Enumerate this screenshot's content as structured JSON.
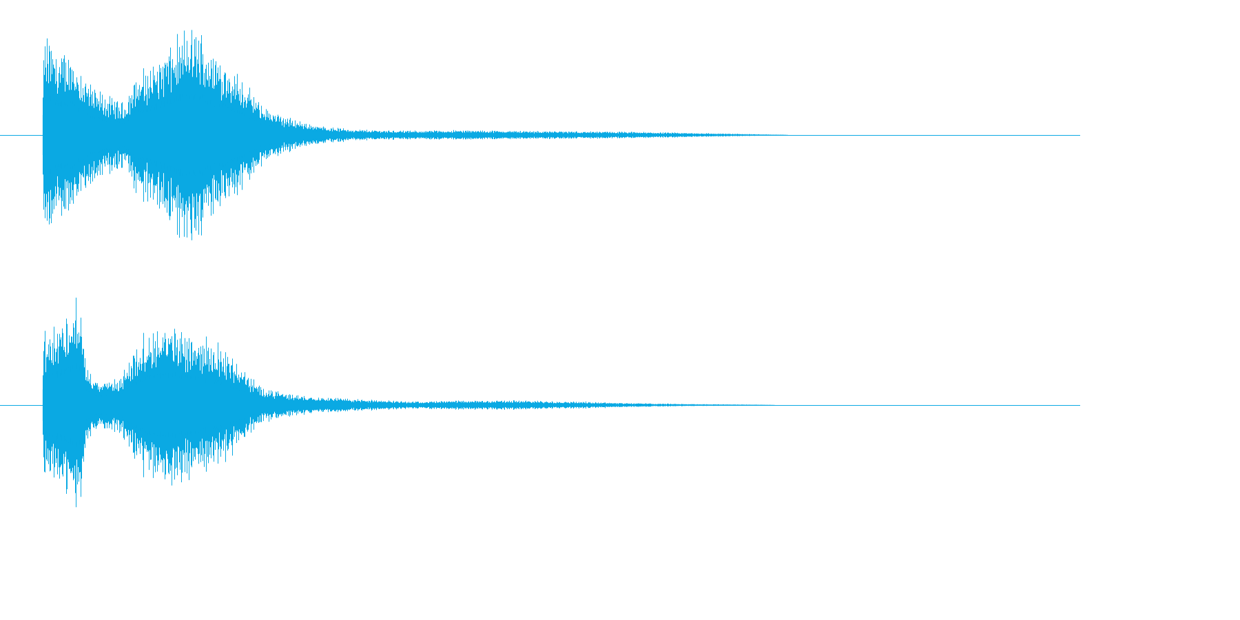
{
  "waveform": {
    "color": "#0aa9e3",
    "background": "#ffffff",
    "channels": [
      {
        "name": "",
        "envelope": [
          [
            0.0,
            0.0
          ],
          [
            0.039,
            0.0
          ],
          [
            0.04,
            0.85
          ],
          [
            0.045,
            0.92
          ],
          [
            0.055,
            0.75
          ],
          [
            0.065,
            0.8
          ],
          [
            0.075,
            0.6
          ],
          [
            0.085,
            0.45
          ],
          [
            0.1,
            0.35
          ],
          [
            0.115,
            0.3
          ],
          [
            0.125,
            0.55
          ],
          [
            0.14,
            0.65
          ],
          [
            0.155,
            0.82
          ],
          [
            0.17,
            0.95
          ],
          [
            0.182,
            1.0
          ],
          [
            0.195,
            0.8
          ],
          [
            0.21,
            0.7
          ],
          [
            0.225,
            0.52
          ],
          [
            0.24,
            0.3
          ],
          [
            0.26,
            0.18
          ],
          [
            0.28,
            0.12
          ],
          [
            0.3,
            0.08
          ],
          [
            0.33,
            0.05
          ],
          [
            0.38,
            0.04
          ],
          [
            0.42,
            0.045
          ],
          [
            0.48,
            0.04
          ],
          [
            0.53,
            0.035
          ],
          [
            0.58,
            0.03
          ],
          [
            0.64,
            0.02
          ],
          [
            0.7,
            0.008
          ],
          [
            0.725,
            0.003
          ],
          [
            0.73,
            0.0
          ],
          [
            1.0,
            0.0
          ]
        ]
      },
      {
        "name": "",
        "envelope": [
          [
            0.0,
            0.0
          ],
          [
            0.039,
            0.0
          ],
          [
            0.04,
            0.7
          ],
          [
            0.05,
            0.75
          ],
          [
            0.06,
            0.85
          ],
          [
            0.07,
            1.0
          ],
          [
            0.075,
            0.85
          ],
          [
            0.08,
            0.35
          ],
          [
            0.09,
            0.22
          ],
          [
            0.11,
            0.25
          ],
          [
            0.125,
            0.55
          ],
          [
            0.14,
            0.72
          ],
          [
            0.16,
            0.75
          ],
          [
            0.175,
            0.7
          ],
          [
            0.19,
            0.62
          ],
          [
            0.205,
            0.55
          ],
          [
            0.22,
            0.4
          ],
          [
            0.24,
            0.18
          ],
          [
            0.26,
            0.12
          ],
          [
            0.28,
            0.09
          ],
          [
            0.31,
            0.07
          ],
          [
            0.34,
            0.05
          ],
          [
            0.38,
            0.035
          ],
          [
            0.42,
            0.04
          ],
          [
            0.47,
            0.045
          ],
          [
            0.52,
            0.035
          ],
          [
            0.55,
            0.03
          ],
          [
            0.58,
            0.02
          ],
          [
            0.64,
            0.01
          ],
          [
            0.7,
            0.004
          ],
          [
            0.72,
            0.0
          ],
          [
            1.0,
            0.0
          ]
        ]
      }
    ]
  }
}
